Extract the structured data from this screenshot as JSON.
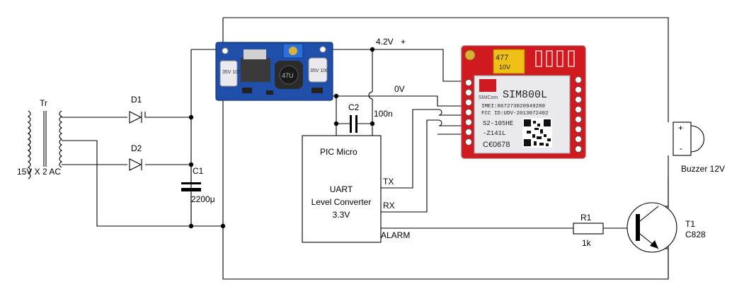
{
  "transformer": {
    "ref": "Tr",
    "rating": "15V X 2 AC"
  },
  "diode1": {
    "ref": "D1"
  },
  "diode2": {
    "ref": "D2"
  },
  "cap1": {
    "ref": "C1",
    "value": "2200μ"
  },
  "cap2": {
    "ref": "C2",
    "value": "100n"
  },
  "rail_v42": "4.2V",
  "rail_plus": "+",
  "rail_0v": "0V",
  "pic": {
    "title": "PIC Micro",
    "line1": "UART",
    "line2": "Level Converter",
    "line3": "3.3V",
    "tx": "TX",
    "rx": "RX",
    "alarm": "ALARM"
  },
  "resistor": {
    "ref": "R1",
    "value": "1k"
  },
  "transistor": {
    "ref": "T1",
    "part": "C828"
  },
  "buzzer": {
    "label": "Buzzer 12V",
    "plus": "+",
    "minus": "-"
  },
  "regulator_board": {
    "cap_left": "35V 100",
    "inductor": "47U",
    "cap_right": "35V 100"
  },
  "sim_module": {
    "brand": "SIMCom",
    "model": "SIM800L",
    "imei": "IMEI:867273020949280",
    "fcc": "FCC ID:UDV-2013072402",
    "batch1": "S2-105HE",
    "batch2": "-Z141L",
    "ce": "C€0678",
    "tant_cap1": "477",
    "tant_cap2": "10V"
  },
  "colors": {
    "pcb_red": "#d11a20",
    "pcb_blue": "#1f4fa8",
    "shield_silver": "#e9e9ee"
  }
}
